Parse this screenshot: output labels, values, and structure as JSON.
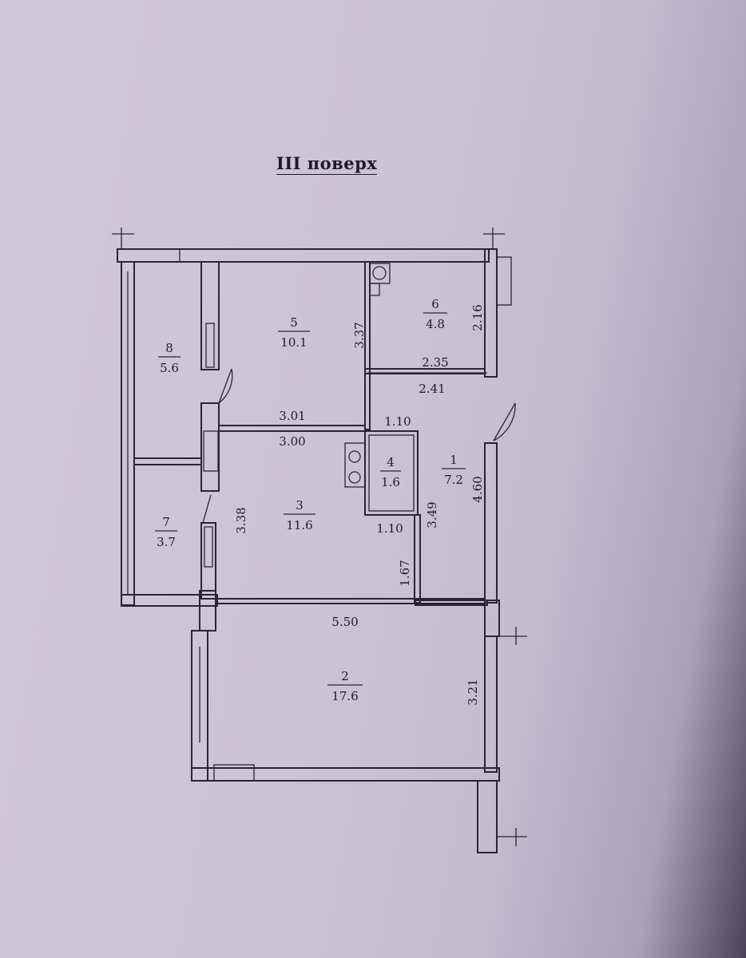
{
  "title": "III  поверх",
  "rooms": [
    {
      "id": "1",
      "area": "7.2"
    },
    {
      "id": "2",
      "area": "17.6"
    },
    {
      "id": "3",
      "area": "11.6"
    },
    {
      "id": "4",
      "area": "1.6"
    },
    {
      "id": "5",
      "area": "10.1"
    },
    {
      "id": "6",
      "area": "4.8"
    },
    {
      "id": "7",
      "area": "3.7"
    },
    {
      "id": "8",
      "area": "5.6"
    }
  ],
  "dimensions": {
    "d_337": "3.37",
    "d_216": "2.16",
    "d_235": "2.35",
    "d_241": "2.41",
    "d_301": "3.01",
    "d_300": "3.00",
    "d_110_top": "1.10",
    "d_110_bottom": "1.10",
    "d_338": "3.38",
    "d_349": "3.49",
    "d_460": "4.60",
    "d_167": "1.67",
    "d_550": "5.50",
    "d_321": "3.21"
  },
  "colors": {
    "background": "#cbc4d6",
    "ink": "#2a2433"
  }
}
